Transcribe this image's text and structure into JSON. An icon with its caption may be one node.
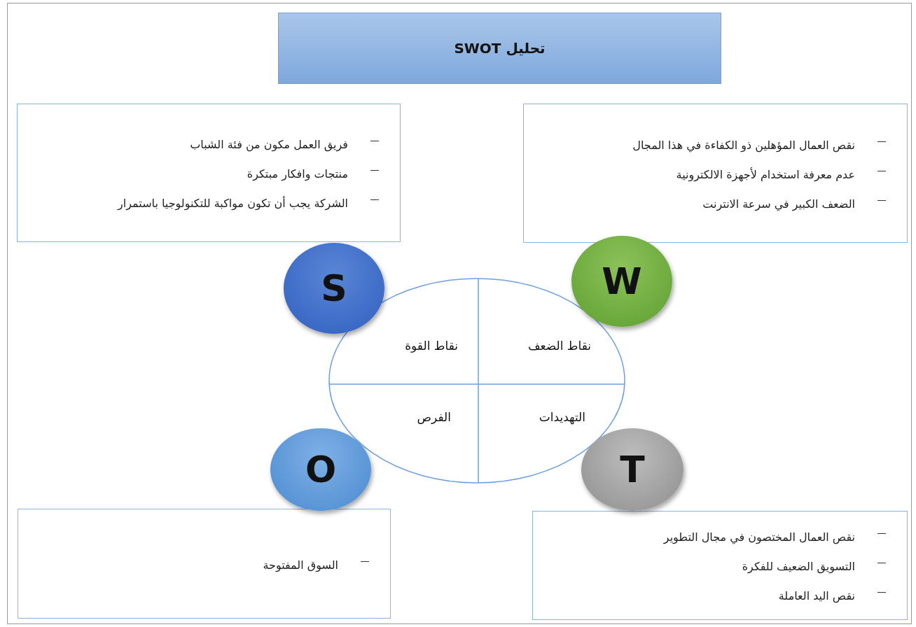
{
  "diagram": {
    "title": "تحليل SWOT",
    "nodes": [
      {
        "text": [
          "فريق العمل مكون من فئة الشباب",
          "منتجات وافكار مبتكرة",
          "الشركة يجب أن تكون مواكبة للتكنولوجيا باستمرار"
        ]
      },
      {
        "text": [
          "نقص العمال المؤهلين ذو الكفاءة في هذا المجال",
          "عدم معرفة استخدام لأجهزة الالكترونية",
          "الضعف الكبير في سرعة الانترنت"
        ]
      },
      {
        "text": [
          "S"
        ]
      },
      {
        "text": [
          "W"
        ]
      },
      {
        "text": [
          "نقاط القوة",
          "نقاط الضعف",
          "الفرص",
          "التهديدات"
        ]
      },
      {
        "text": [
          "O"
        ]
      },
      {
        "text": [
          "T"
        ]
      },
      {
        "text": [
          "السوق المفتوحة"
        ]
      },
      {
        "text": [
          "نقص العمال المختصون في مجال التطوير",
          "التسويق الضعيف للفكرة",
          "نقص اليد العاملة"
        ]
      }
    ],
    "edges": []
  }
}
